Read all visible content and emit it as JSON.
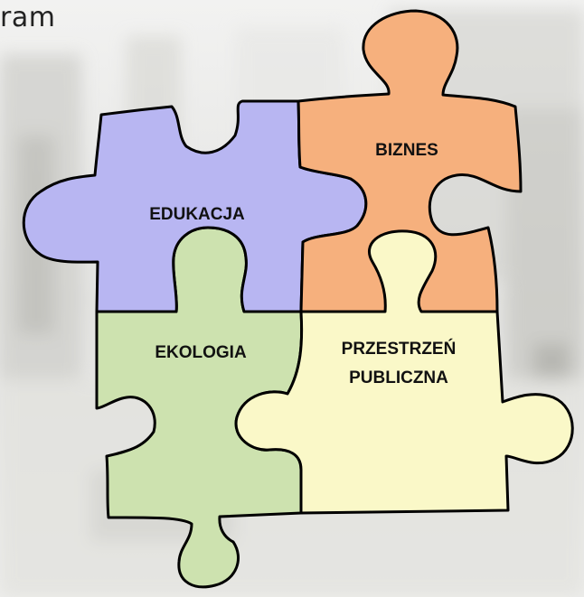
{
  "heading": "ram",
  "pieces": [
    {
      "id": "edukacja",
      "label": "EDUKACJA",
      "color": "#B8B6F2"
    },
    {
      "id": "biznes",
      "label": "BIZNES",
      "color": "#F6B07D"
    },
    {
      "id": "ekologia",
      "label": "EKOLOGIA",
      "color": "#CDE2AF"
    },
    {
      "id": "przestrzen",
      "label_line1": "PRZESTRZEŃ",
      "label_line2": "PUBLICZNA",
      "color": "#FAF8C8"
    }
  ],
  "colors": {
    "outline": "#000000",
    "background": "#E9E9E9"
  }
}
